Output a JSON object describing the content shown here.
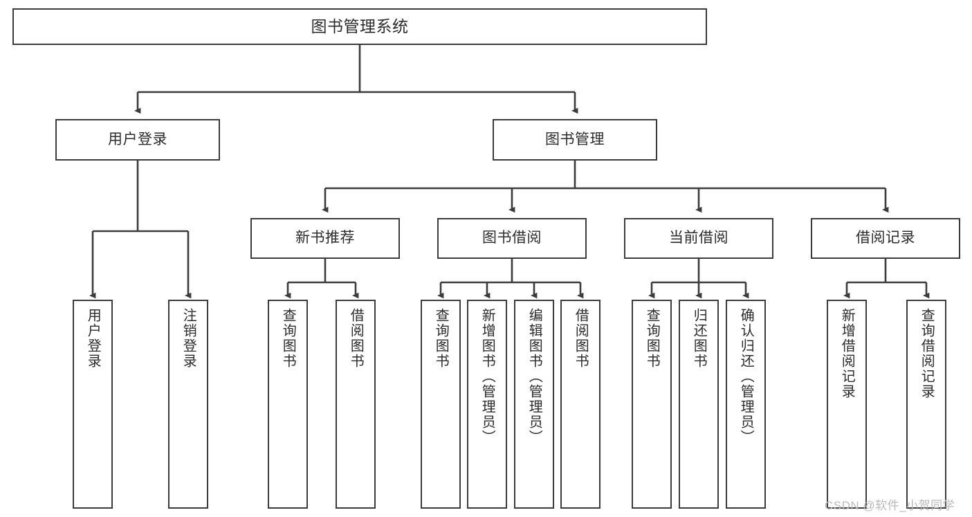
{
  "diagram": {
    "type": "tree-hierarchy",
    "title": "图书管理系统",
    "colors": {
      "background": "#ffffff",
      "box_border": "#3b3b3b",
      "box_fill": "#ffffff",
      "edge": "#3b3b3b",
      "text": "#2b2b2b",
      "watermark": "#b9b9b9"
    },
    "root": {
      "label": "图书管理系统"
    },
    "level1": [
      {
        "label": "用户登录"
      },
      {
        "label": "图书管理"
      }
    ],
    "level2": [
      {
        "label": "新书推荐"
      },
      {
        "label": "图书借阅"
      },
      {
        "label": "当前借阅"
      },
      {
        "label": "借阅记录"
      }
    ],
    "leaves": {
      "user_login": [
        {
          "label": "用户登录"
        },
        {
          "label": "注销登录"
        }
      ],
      "new_book_recommend": [
        {
          "label": "查询图书"
        },
        {
          "label": "借阅图书"
        }
      ],
      "book_borrow": [
        {
          "label": "查询图书"
        },
        {
          "label": "新增图书（管理员）"
        },
        {
          "label": "编辑图书（管理员）"
        },
        {
          "label": "借阅图书"
        }
      ],
      "current_borrow": [
        {
          "label": "查询图书"
        },
        {
          "label": "归还图书"
        },
        {
          "label": "确认归还（管理员）"
        }
      ],
      "borrow_records": [
        {
          "label": "新增借阅记录"
        },
        {
          "label": "查询借阅记录"
        }
      ]
    }
  },
  "watermark": {
    "text": "CSDN @软件_小贺同学"
  }
}
